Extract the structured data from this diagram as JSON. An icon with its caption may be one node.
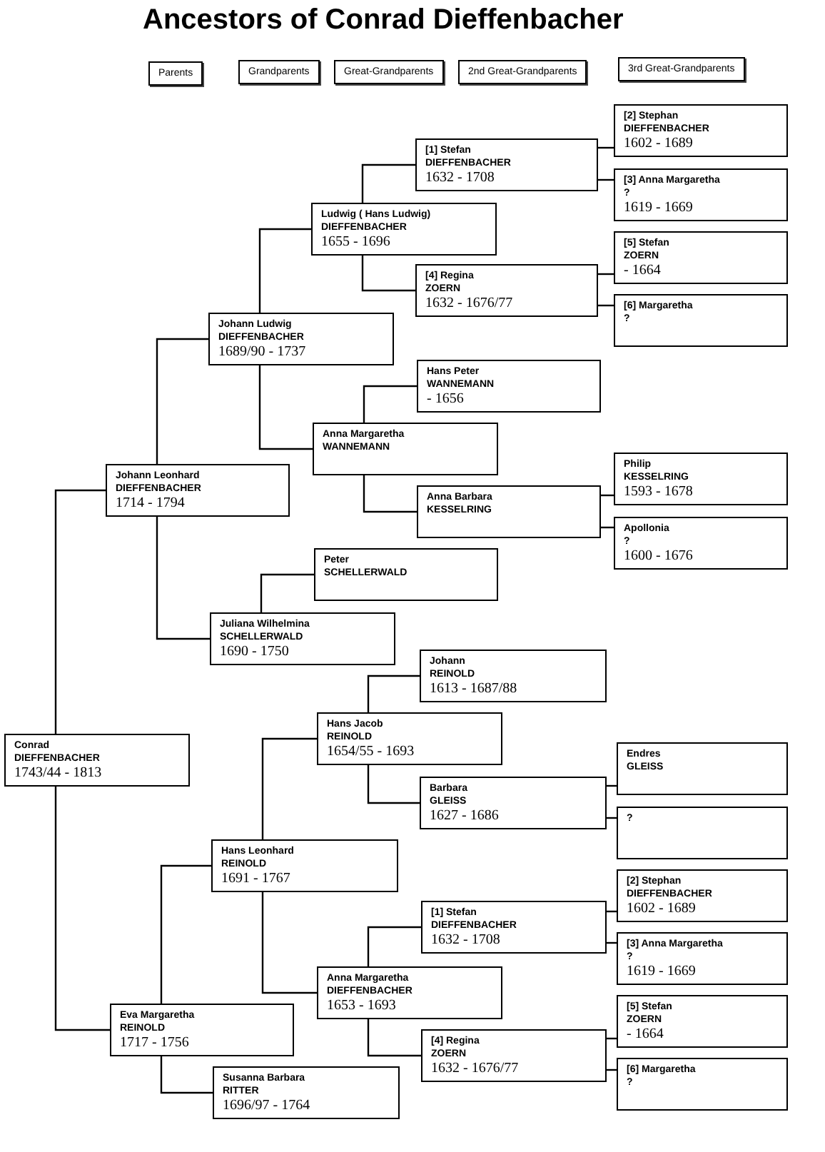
{
  "diagram": {
    "title": "Ancestors of Conrad Dieffenbacher",
    "nodes": [
      {
        "text": [
          "Parents"
        ]
      },
      {
        "text": [
          "Grandparents"
        ]
      },
      {
        "text": [
          "Great-Grandparents"
        ]
      },
      {
        "text": [
          "2nd Great-Grandparents"
        ]
      },
      {
        "text": [
          "3rd Great-Grandparents"
        ]
      },
      {
        "text": [
          "Conrad",
          "DIEFFENBACHER",
          "1743/44 - 1813"
        ]
      },
      {
        "text": [
          "Johann Leonhard",
          "DIEFFENBACHER",
          "1714 - 1794"
        ]
      },
      {
        "text": [
          "Johann Ludwig",
          "DIEFFENBACHER",
          "1689/90 - 1737"
        ]
      },
      {
        "text": [
          "Ludwig ( Hans Ludwig)",
          "DIEFFENBACHER",
          "1655 - 1696"
        ]
      },
      {
        "text": [
          "[1] Stefan",
          "DIEFFENBACHER",
          "1632 - 1708"
        ]
      },
      {
        "text": [
          "[2] Stephan",
          "DIEFFENBACHER",
          "1602 - 1689"
        ]
      },
      {
        "text": [
          "[3] Anna Margaretha",
          "?",
          "1619 - 1669"
        ]
      },
      {
        "text": [
          "[4] Regina",
          "ZOERN",
          "1632 - 1676/77"
        ]
      },
      {
        "text": [
          "[5] Stefan",
          "ZOERN",
          "- 1664"
        ]
      },
      {
        "text": [
          "[6] Margaretha",
          "?"
        ]
      },
      {
        "text": [
          "Anna Margaretha",
          "WANNEMANN"
        ]
      },
      {
        "text": [
          "Hans Peter",
          "WANNEMANN",
          "- 1656"
        ]
      },
      {
        "text": [
          "Anna Barbara",
          "KESSELRING"
        ]
      },
      {
        "text": [
          "Philip",
          "KESSELRING",
          "1593 - 1678"
        ]
      },
      {
        "text": [
          "Apollonia",
          "?",
          "1600 - 1676"
        ]
      },
      {
        "text": [
          "Juliana Wilhelmina",
          "SCHELLERWALD",
          "1690 - 1750"
        ]
      },
      {
        "text": [
          "Peter",
          "SCHELLERWALD"
        ]
      },
      {
        "text": [
          "Eva Margaretha",
          "REINOLD",
          "1717 - 1756"
        ]
      },
      {
        "text": [
          "Hans Leonhard",
          "REINOLD",
          "1691 - 1767"
        ]
      },
      {
        "text": [
          "Hans Jacob",
          "REINOLD",
          "1654/55 - 1693"
        ]
      },
      {
        "text": [
          "Johann",
          "REINOLD",
          "1613 - 1687/88"
        ]
      },
      {
        "text": [
          "Barbara",
          "GLEISS",
          "1627 - 1686"
        ]
      },
      {
        "text": [
          "Endres",
          "GLEISS"
        ]
      },
      {
        "text": [
          "?"
        ]
      },
      {
        "text": [
          "Anna Margaretha",
          "DIEFFENBACHER",
          "1653 - 1693"
        ]
      },
      {
        "text": [
          "[1] Stefan",
          "DIEFFENBACHER",
          "1632 - 1708"
        ]
      },
      {
        "text": [
          "[2] Stephan",
          "DIEFFENBACHER",
          "1602 - 1689"
        ]
      },
      {
        "text": [
          "[3] Anna Margaretha",
          "?",
          "1619 - 1669"
        ]
      },
      {
        "text": [
          "[4] Regina",
          "ZOERN",
          "1632 - 1676/77"
        ]
      },
      {
        "text": [
          "[5] Stefan",
          "ZOERN",
          "- 1664"
        ]
      },
      {
        "text": [
          "[6] Margaretha",
          "?"
        ]
      },
      {
        "text": [
          "Susanna Barbara",
          "RITTER",
          "1696/97 - 1764"
        ]
      }
    ],
    "edges": [
      {
        "from": 5,
        "to": 6,
        "arrow": "none"
      },
      {
        "from": 5,
        "to": 22,
        "arrow": "none"
      },
      {
        "from": 6,
        "to": 7,
        "arrow": "none"
      },
      {
        "from": 6,
        "to": 20,
        "arrow": "none"
      },
      {
        "from": 7,
        "to": 8,
        "arrow": "none"
      },
      {
        "from": 7,
        "to": 15,
        "arrow": "none"
      },
      {
        "from": 8,
        "to": 9,
        "arrow": "none"
      },
      {
        "from": 8,
        "to": 12,
        "arrow": "none"
      },
      {
        "from": 9,
        "to": 10,
        "arrow": "none"
      },
      {
        "from": 9,
        "to": 11,
        "arrow": "none"
      },
      {
        "from": 12,
        "to": 13,
        "arrow": "none"
      },
      {
        "from": 12,
        "to": 14,
        "arrow": "none"
      },
      {
        "from": 15,
        "to": 16,
        "arrow": "none"
      },
      {
        "from": 15,
        "to": 17,
        "arrow": "none"
      },
      {
        "from": 17,
        "to": 18,
        "arrow": "none"
      },
      {
        "from": 17,
        "to": 19,
        "arrow": "none"
      },
      {
        "from": 20,
        "to": 21,
        "arrow": "none"
      },
      {
        "from": 22,
        "to": 23,
        "arrow": "none"
      },
      {
        "from": 22,
        "to": 36,
        "arrow": "none"
      },
      {
        "from": 23,
        "to": 24,
        "arrow": "none"
      },
      {
        "from": 23,
        "to": 29,
        "arrow": "none"
      },
      {
        "from": 24,
        "to": 25,
        "arrow": "none"
      },
      {
        "from": 24,
        "to": 26,
        "arrow": "none"
      },
      {
        "from": 26,
        "to": 27,
        "arrow": "none"
      },
      {
        "from": 26,
        "to": 28,
        "arrow": "none"
      },
      {
        "from": 29,
        "to": 30,
        "arrow": "none"
      },
      {
        "from": 29,
        "to": 33,
        "arrow": "none"
      },
      {
        "from": 30,
        "to": 31,
        "arrow": "none"
      },
      {
        "from": 30,
        "to": 32,
        "arrow": "none"
      },
      {
        "from": 33,
        "to": 34,
        "arrow": "none"
      },
      {
        "from": 33,
        "to": 35,
        "arrow": "none"
      }
    ]
  }
}
